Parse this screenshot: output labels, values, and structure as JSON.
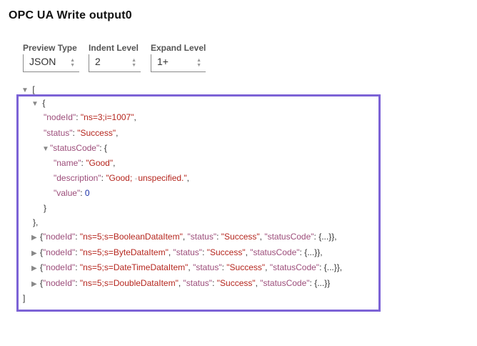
{
  "title": "OPC UA Write output0",
  "controls": [
    {
      "label": "Preview Type",
      "value": "JSON"
    },
    {
      "label": "Indent Level",
      "value": "2"
    },
    {
      "label": "Expand Level",
      "value": "1+"
    }
  ],
  "tree": {
    "root_open": "[",
    "item_open": "{",
    "nodeId_key": "\"nodeId\"",
    "nodeId_val": "\"ns=3;i=1007\"",
    "status_key": "\"status\"",
    "status_val": "\"Success\"",
    "statusCode_key": "\"statusCode\"",
    "name_key": "\"name\"",
    "name_val": "\"Good\"",
    "description_key": "\"description\"",
    "description_val_a": "\"Good;",
    "description_val_b": "unspecified.\"",
    "value_key": "\"value\"",
    "value_val": "0",
    "collapsed_items": [
      {
        "nodeId": "\"ns=5;s=BooleanDataItem\"",
        "end": "},"
      },
      {
        "nodeId": "\"ns=5;s=ByteDataItem\"",
        "end": "},"
      },
      {
        "nodeId": "\"ns=5;s=DateTimeDataItem\"",
        "end": "},"
      },
      {
        "nodeId": "\"ns=5;s=DoubleDataItem\"",
        "end": "}"
      }
    ],
    "collapsed_status_val": "\"Success\"",
    "collapsed_placeholder": "{...}",
    "root_close": "]"
  }
}
